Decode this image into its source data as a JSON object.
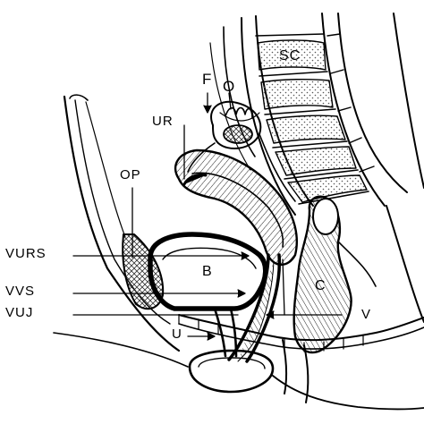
{
  "colors": {
    "ink": "#000000",
    "paper": "#ffffff",
    "stipple": "#555555"
  },
  "labels": {
    "sc": "SC",
    "f": "F",
    "o": "O",
    "ur": "UR",
    "op": "OP",
    "vurs": "VURS",
    "b": "B",
    "vvs": "VVS",
    "vuj": "VUJ",
    "c": "C",
    "v": "V",
    "u": "U"
  }
}
